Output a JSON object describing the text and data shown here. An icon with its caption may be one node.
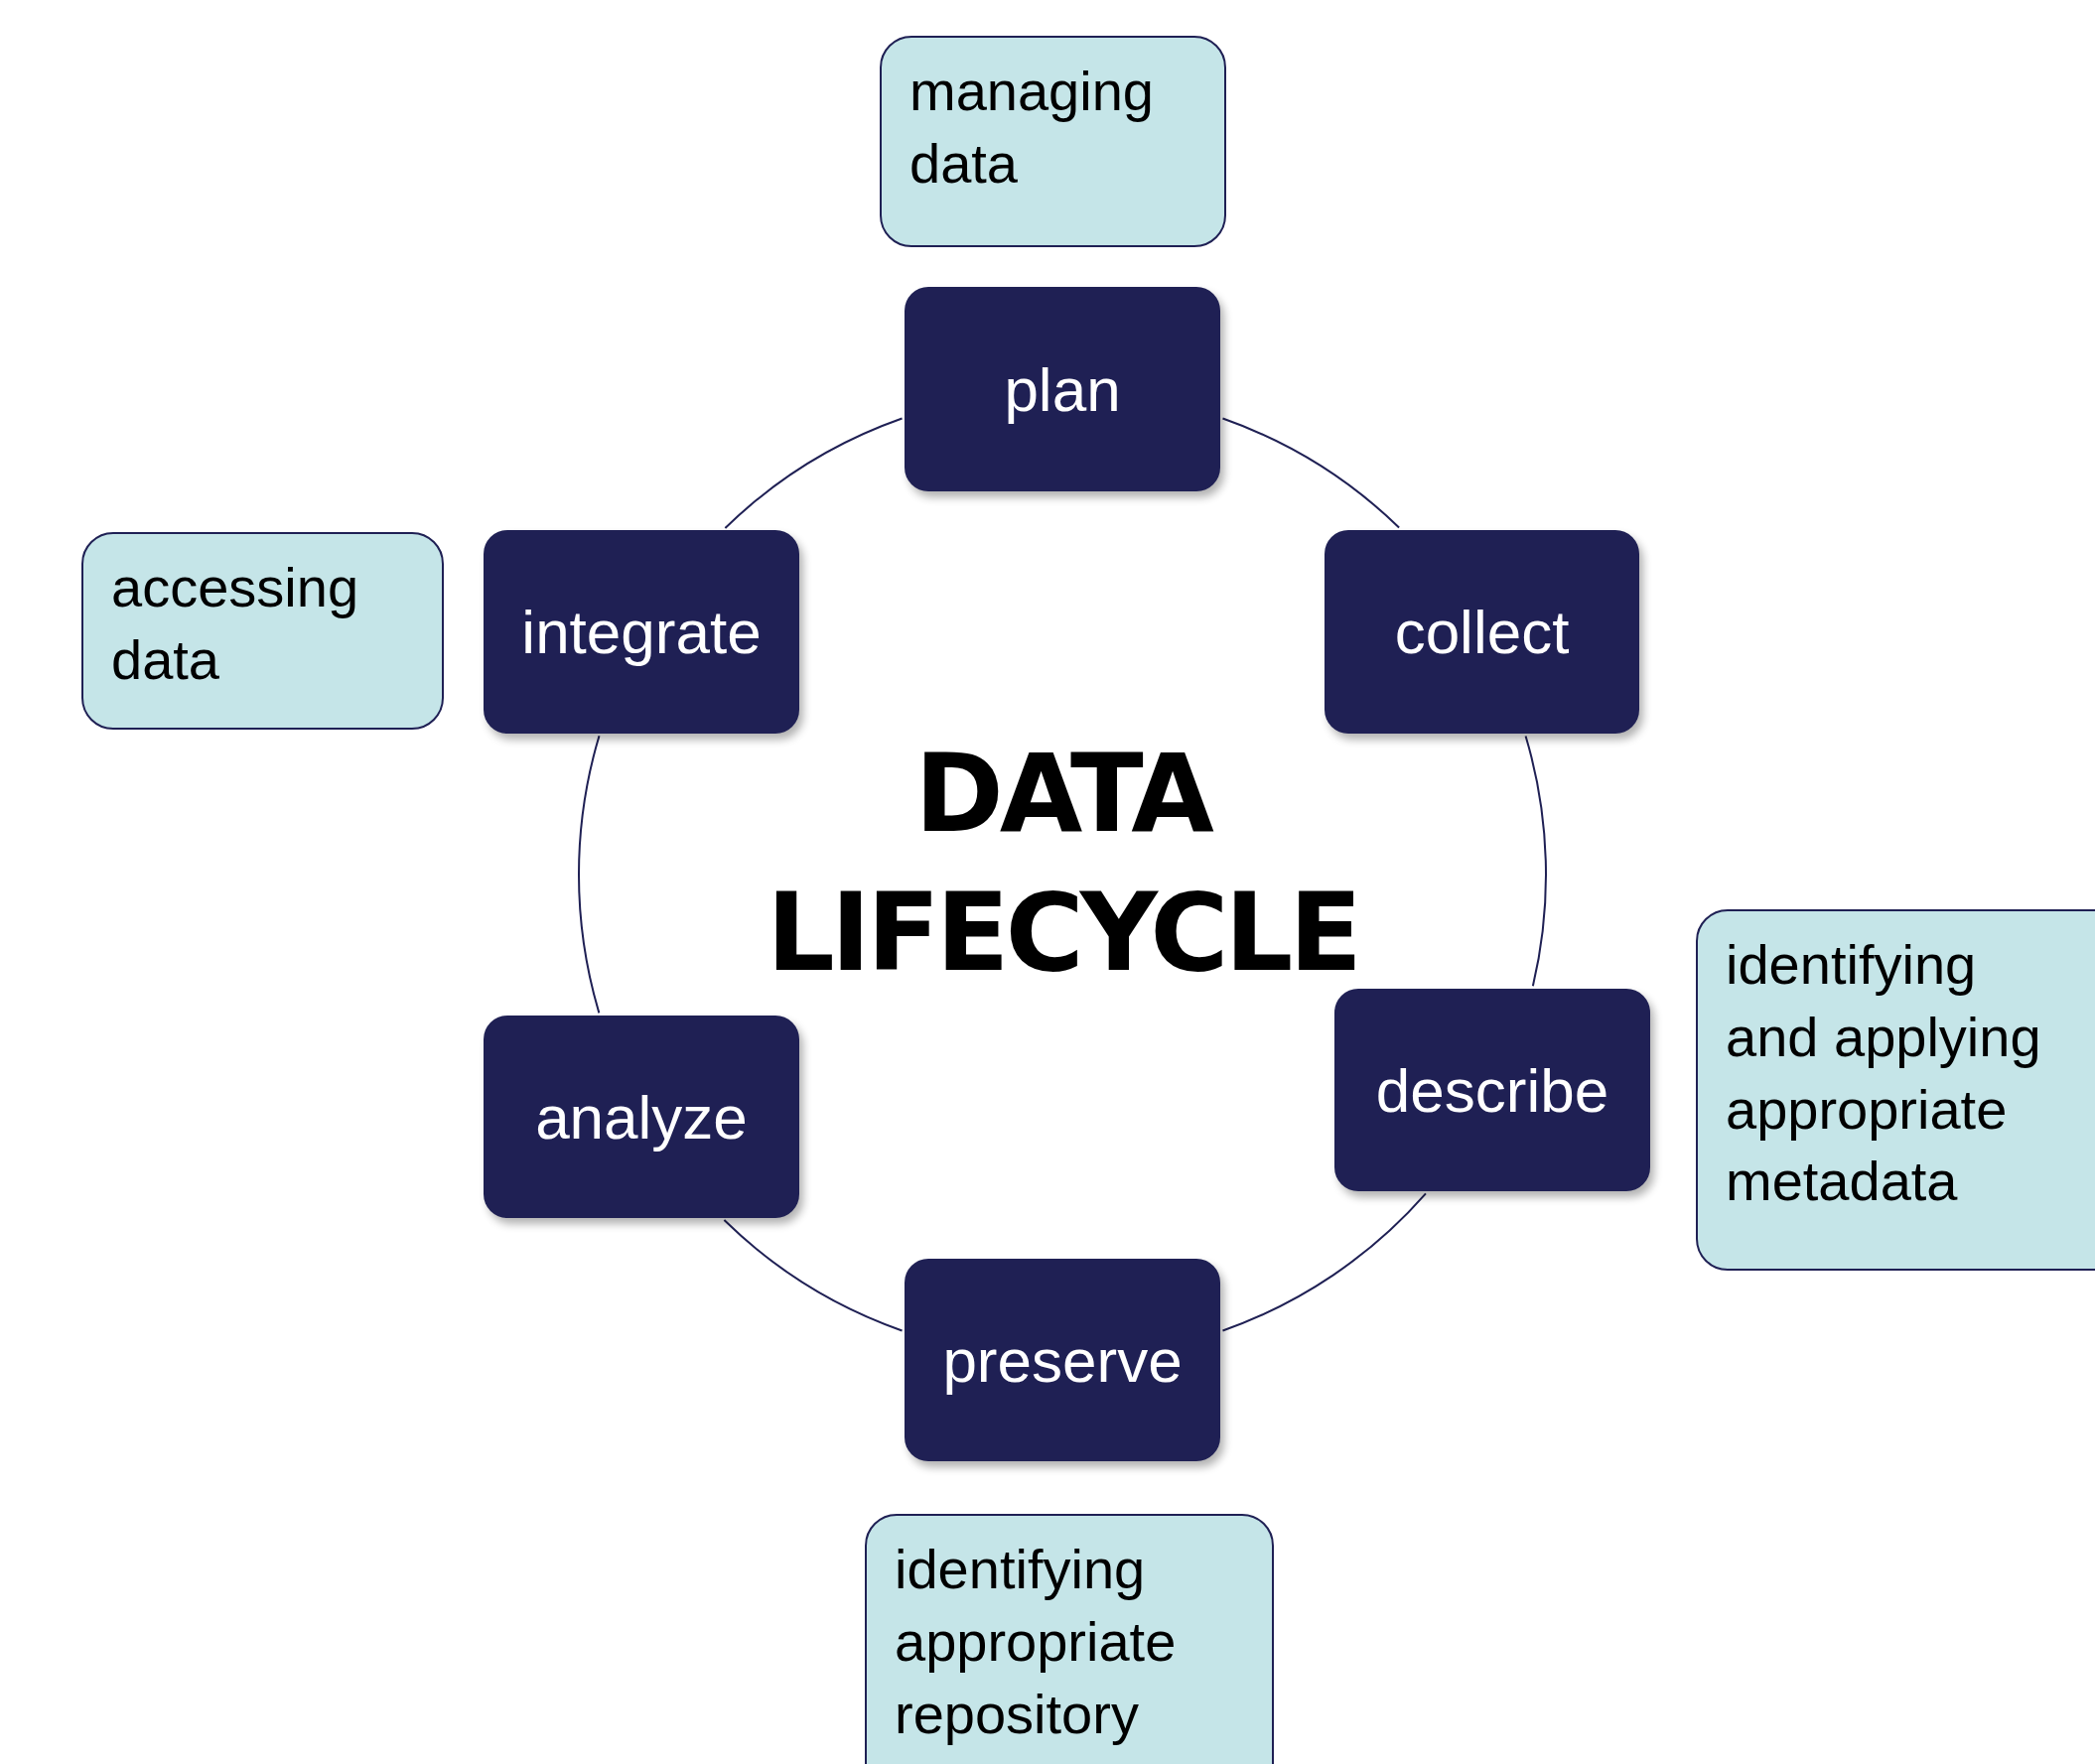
{
  "diagram": {
    "title": "DATA LIFECYCLE",
    "nodes": [
      {
        "text": [
          "managing data"
        ]
      },
      {
        "text": [
          "plan"
        ]
      },
      {
        "text": [
          "accessing data"
        ]
      },
      {
        "text": [
          "integrate"
        ]
      },
      {
        "text": [
          "collect"
        ]
      },
      {
        "text": [
          "describe"
        ]
      },
      {
        "text": [
          "identifying and applying appropriate metadata"
        ]
      },
      {
        "text": [
          "analyze"
        ]
      },
      {
        "text": [
          "preserve"
        ]
      },
      {
        "text": [
          "identifying appropriate repository"
        ]
      }
    ],
    "edges": [
      {
        "from": 1,
        "to": 4,
        "arrow": "none"
      },
      {
        "from": 4,
        "to": 5,
        "arrow": "none"
      },
      {
        "from": 5,
        "to": 8,
        "arrow": "none"
      },
      {
        "from": 8,
        "to": 7,
        "arrow": "none"
      },
      {
        "from": 7,
        "to": 3,
        "arrow": "none"
      },
      {
        "from": 3,
        "to": 1,
        "arrow": "none"
      }
    ]
  }
}
